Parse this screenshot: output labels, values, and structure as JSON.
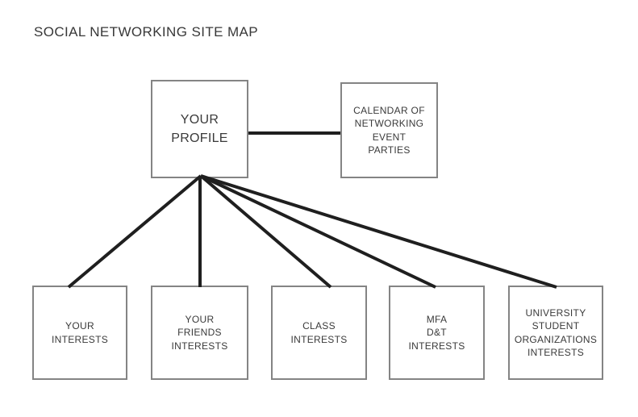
{
  "title": "SOCIAL NETWORKING SITE MAP",
  "diagram": {
    "nodes": {
      "profile": {
        "label": "YOUR\nPROFILE"
      },
      "calendar": {
        "label": "CALENDAR OF\nNETWORKING\nEVENT\nPARTIES"
      },
      "your_interests": {
        "label": "YOUR\nINTERESTS"
      },
      "friends_interests": {
        "label": "YOUR\nFRIENDS\nINTERESTS"
      },
      "class_interests": {
        "label": "CLASS\nINTERESTS"
      },
      "mfa_dt_interests": {
        "label": "MFA\nD&T\nINTERESTS"
      },
      "university_org_interests": {
        "label": "UNIVERSITY\nSTUDENT\nORGANIZATIONS\nINTERESTS"
      }
    },
    "edges": [
      {
        "from": "profile",
        "to": "calendar"
      },
      {
        "from": "profile",
        "to": "your_interests"
      },
      {
        "from": "profile",
        "to": "friends_interests"
      },
      {
        "from": "profile",
        "to": "class_interests"
      },
      {
        "from": "profile",
        "to": "mfa_dt_interests"
      },
      {
        "from": "profile",
        "to": "university_org_interests"
      }
    ]
  },
  "colors": {
    "line": "#1f1f1f",
    "box_border": "#848484",
    "text": "#3a3a3a",
    "background": "#ffffff"
  }
}
